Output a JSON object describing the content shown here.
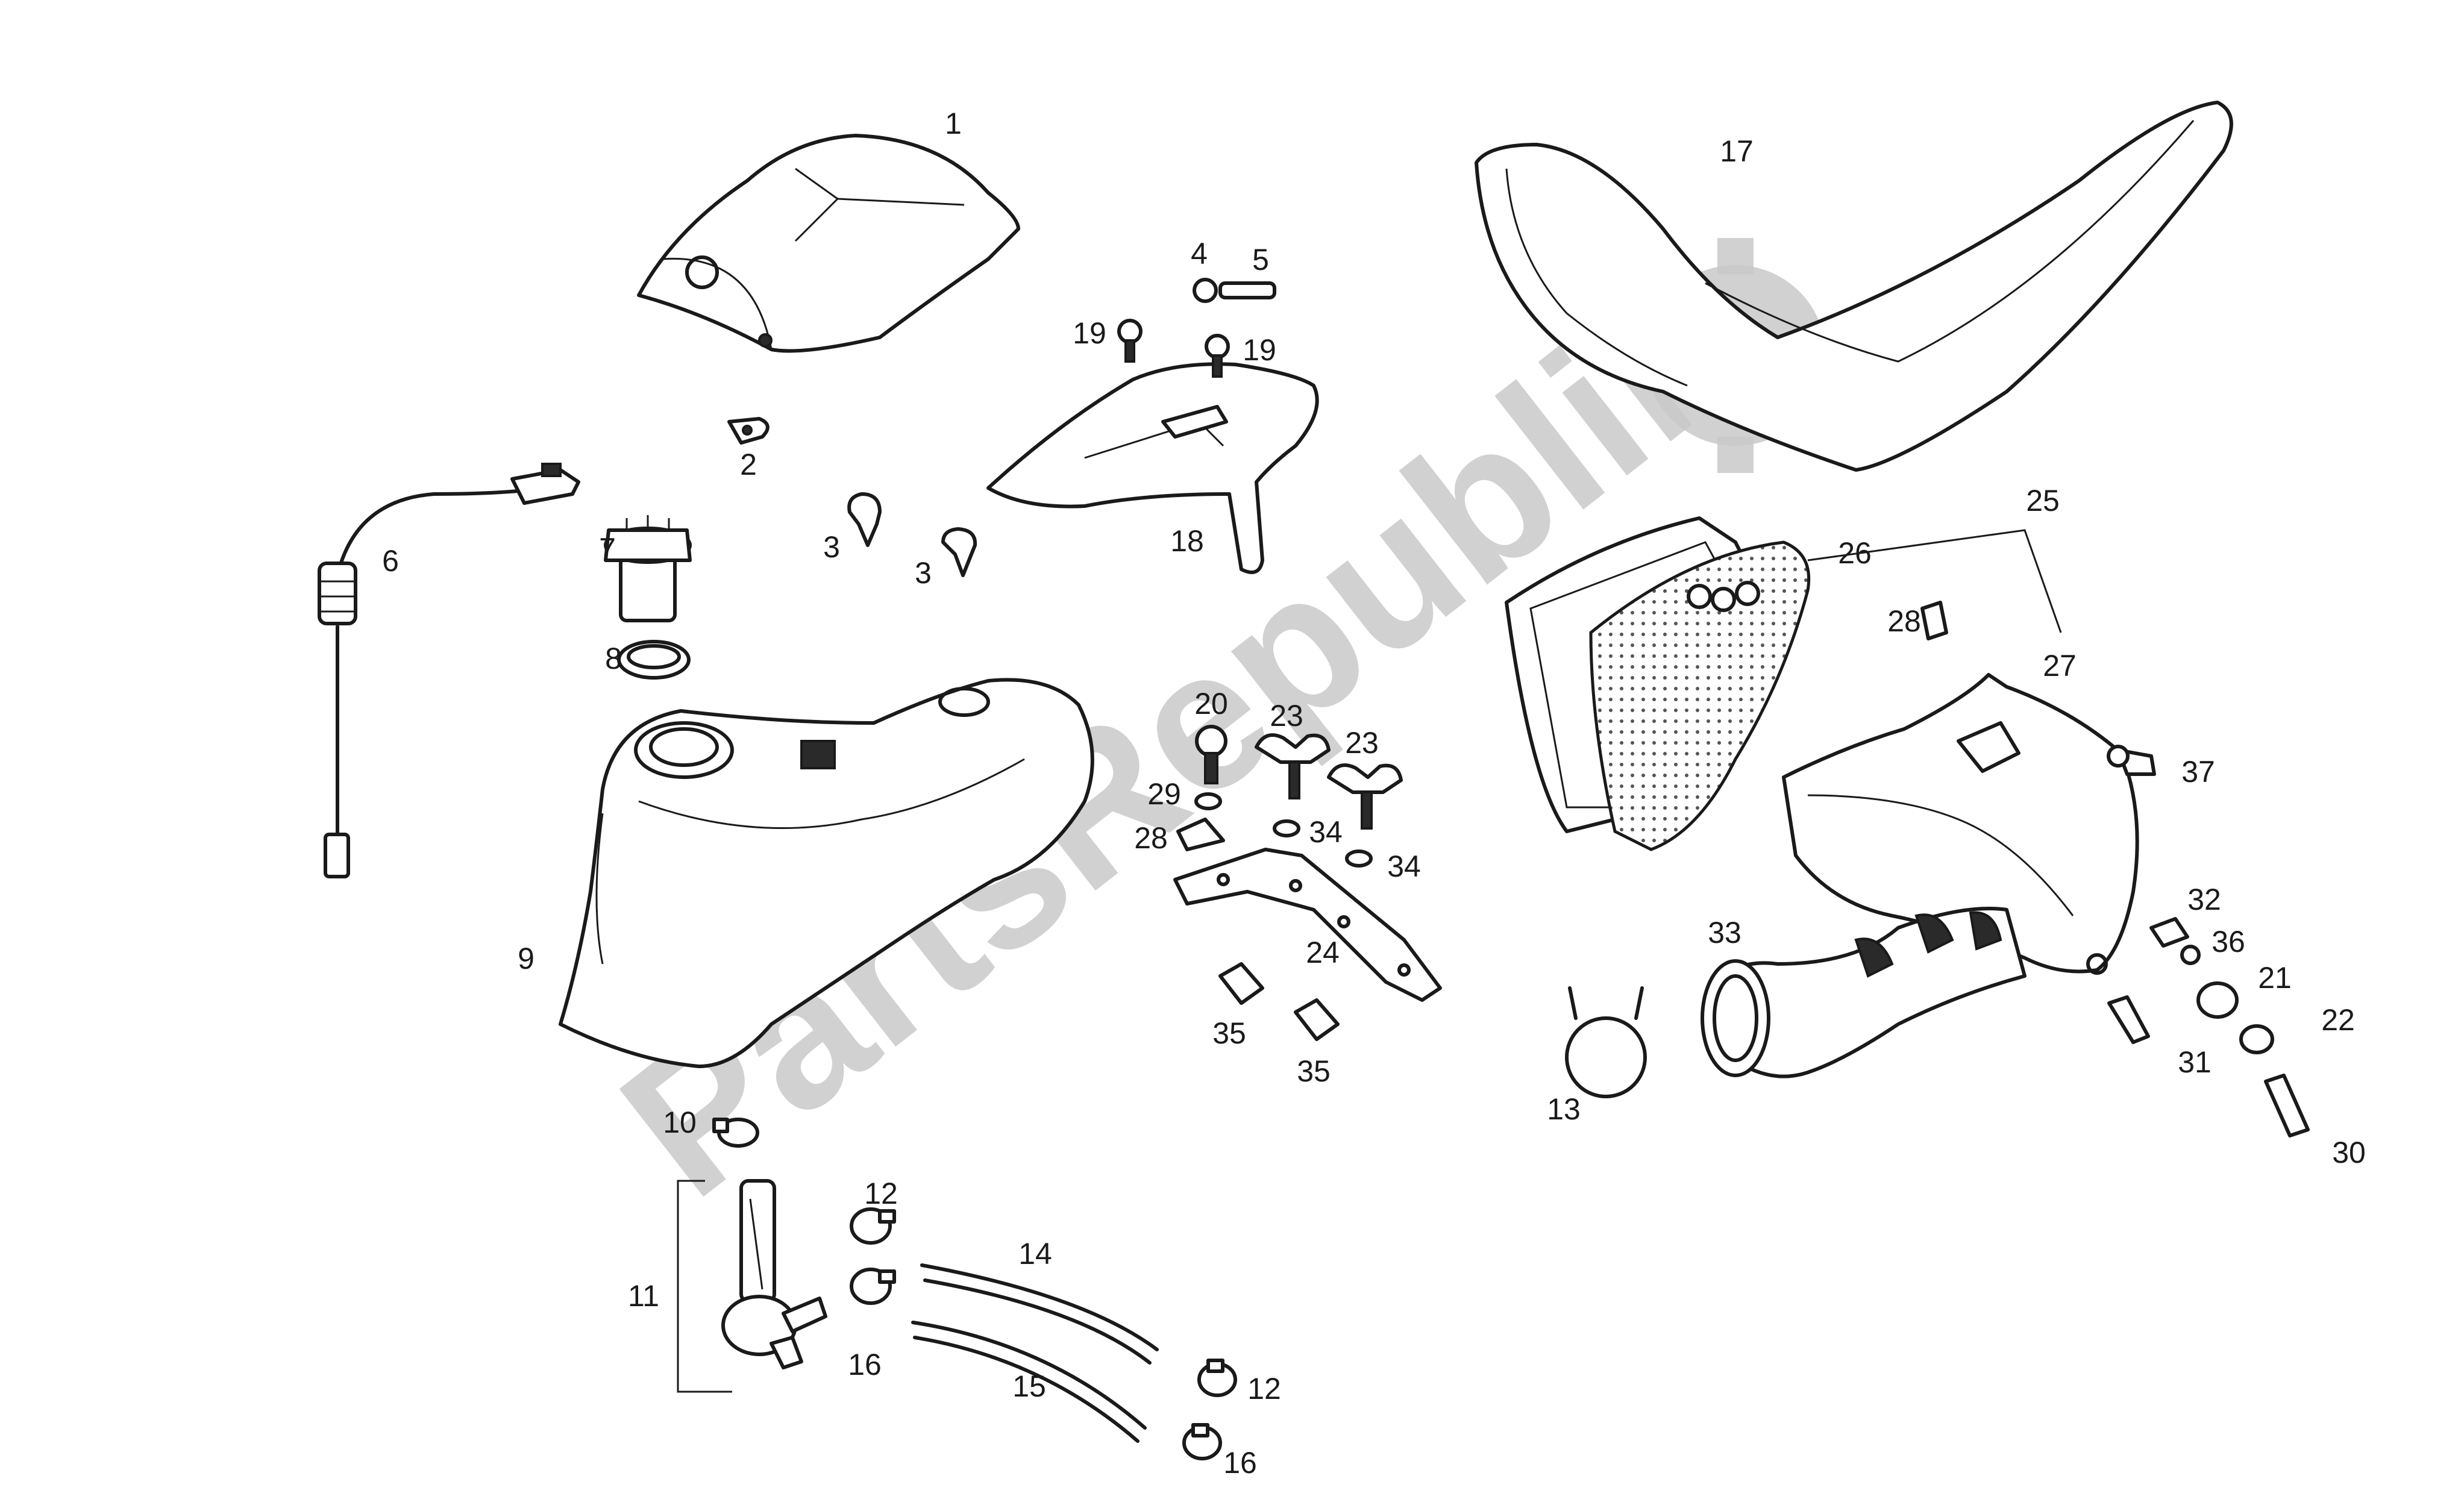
{
  "watermark": {
    "text": "PartsRepublik",
    "logo_icon": "gear-icon"
  },
  "callouts": [
    "1",
    "2",
    "3",
    "3",
    "4",
    "5",
    "6",
    "7",
    "8",
    "9",
    "10",
    "11",
    "12",
    "12",
    "13",
    "14",
    "15",
    "16",
    "16",
    "17",
    "18",
    "19",
    "19",
    "20",
    "21",
    "22",
    "23",
    "23",
    "24",
    "25",
    "26",
    "27",
    "28",
    "28",
    "29",
    "30",
    "31",
    "32",
    "33",
    "34",
    "34",
    "35",
    "35",
    "36",
    "37"
  ]
}
